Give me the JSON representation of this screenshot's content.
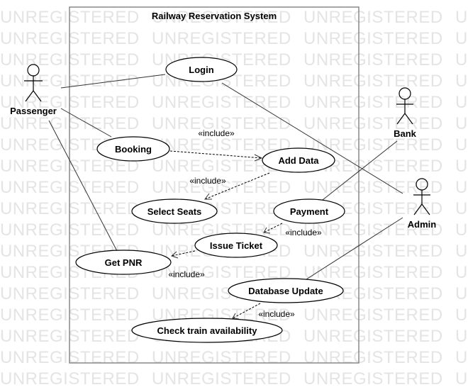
{
  "watermark": "UNREGISTERED",
  "system": {
    "title": "Railway Reservation System"
  },
  "actors": [
    {
      "id": "passenger",
      "label": "Passenger"
    },
    {
      "id": "bank",
      "label": "Bank"
    },
    {
      "id": "admin",
      "label": "Admin"
    }
  ],
  "use_cases": [
    {
      "id": "login",
      "label": "Login"
    },
    {
      "id": "booking",
      "label": "Booking"
    },
    {
      "id": "add_data",
      "label": "Add Data"
    },
    {
      "id": "select_seats",
      "label": "Select Seats"
    },
    {
      "id": "payment",
      "label": "Payment"
    },
    {
      "id": "issue_ticket",
      "label": "Issue Ticket"
    },
    {
      "id": "get_pnr",
      "label": "Get PNR"
    },
    {
      "id": "database_update",
      "label": "Database Update"
    },
    {
      "id": "check_train",
      "label": "Check train availability"
    }
  ],
  "associations": [
    {
      "from": "passenger",
      "to": "login"
    },
    {
      "from": "passenger",
      "to": "booking"
    },
    {
      "from": "passenger",
      "to": "get_pnr"
    },
    {
      "from": "login",
      "to": "admin"
    },
    {
      "from": "payment",
      "to": "bank"
    },
    {
      "from": "database_update",
      "to": "admin"
    }
  ],
  "includes": [
    {
      "from": "booking",
      "to": "add_data",
      "label": "«include»"
    },
    {
      "from": "add_data",
      "to": "select_seats",
      "label": "«include»"
    },
    {
      "from": "payment",
      "to": "issue_ticket",
      "label": "«include»"
    },
    {
      "from": "issue_ticket",
      "to": "get_pnr",
      "label": "«include»"
    },
    {
      "from": "database_update",
      "to": "check_train",
      "label": "«include»"
    }
  ]
}
